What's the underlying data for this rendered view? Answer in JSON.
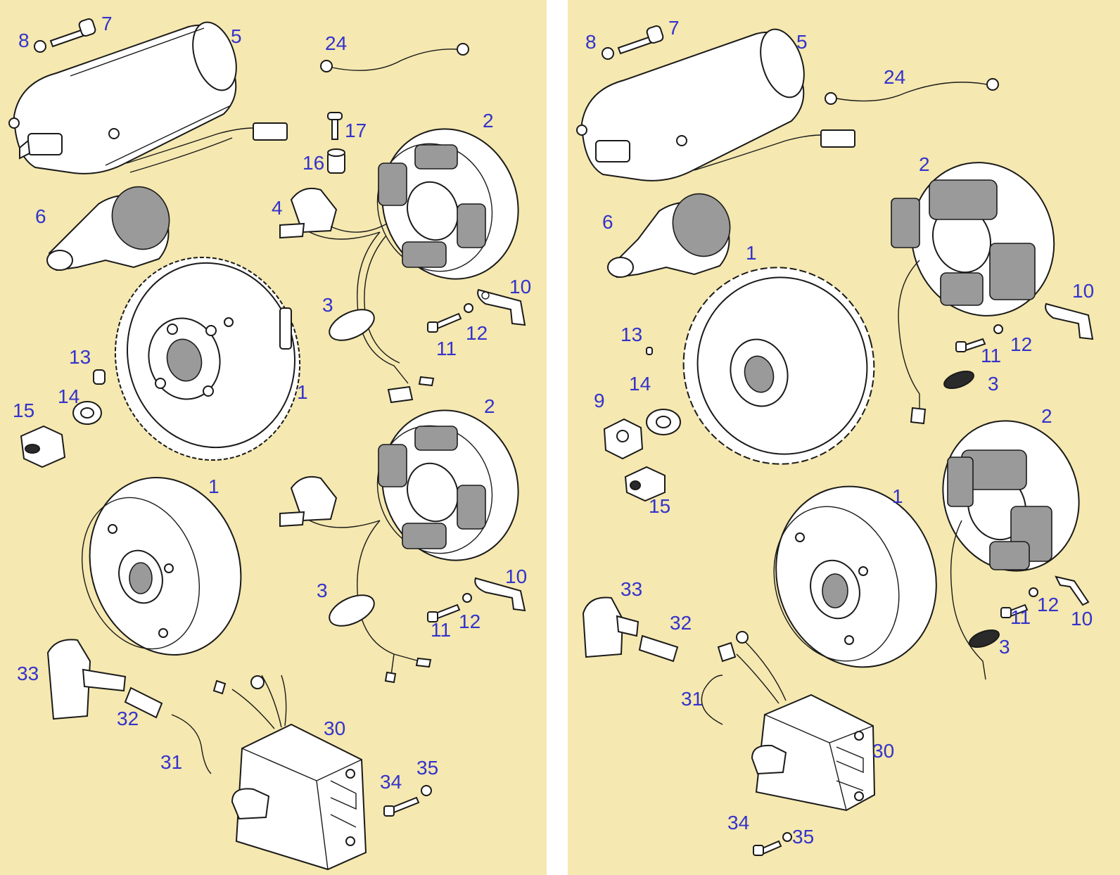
{
  "left_panel": {
    "callouts": [
      "8",
      "7",
      "5",
      "24",
      "17",
      "2",
      "16",
      "4",
      "6",
      "3",
      "10",
      "12",
      "11",
      "13",
      "14",
      "15",
      "1",
      "2",
      "1",
      "10",
      "3",
      "12",
      "11",
      "33",
      "32",
      "30",
      "31",
      "34",
      "35"
    ]
  },
  "right_panel": {
    "callouts": [
      "8",
      "7",
      "5",
      "24",
      "2",
      "6",
      "1",
      "10",
      "12",
      "13",
      "11",
      "3",
      "14",
      "9",
      "2",
      "15",
      "1",
      "33",
      "32",
      "12",
      "11",
      "10",
      "3",
      "31",
      "30",
      "34",
      "35"
    ]
  },
  "colors": {
    "background": "#f5e8b0",
    "callout": "#3333cc",
    "line": "#1a1a1a"
  }
}
